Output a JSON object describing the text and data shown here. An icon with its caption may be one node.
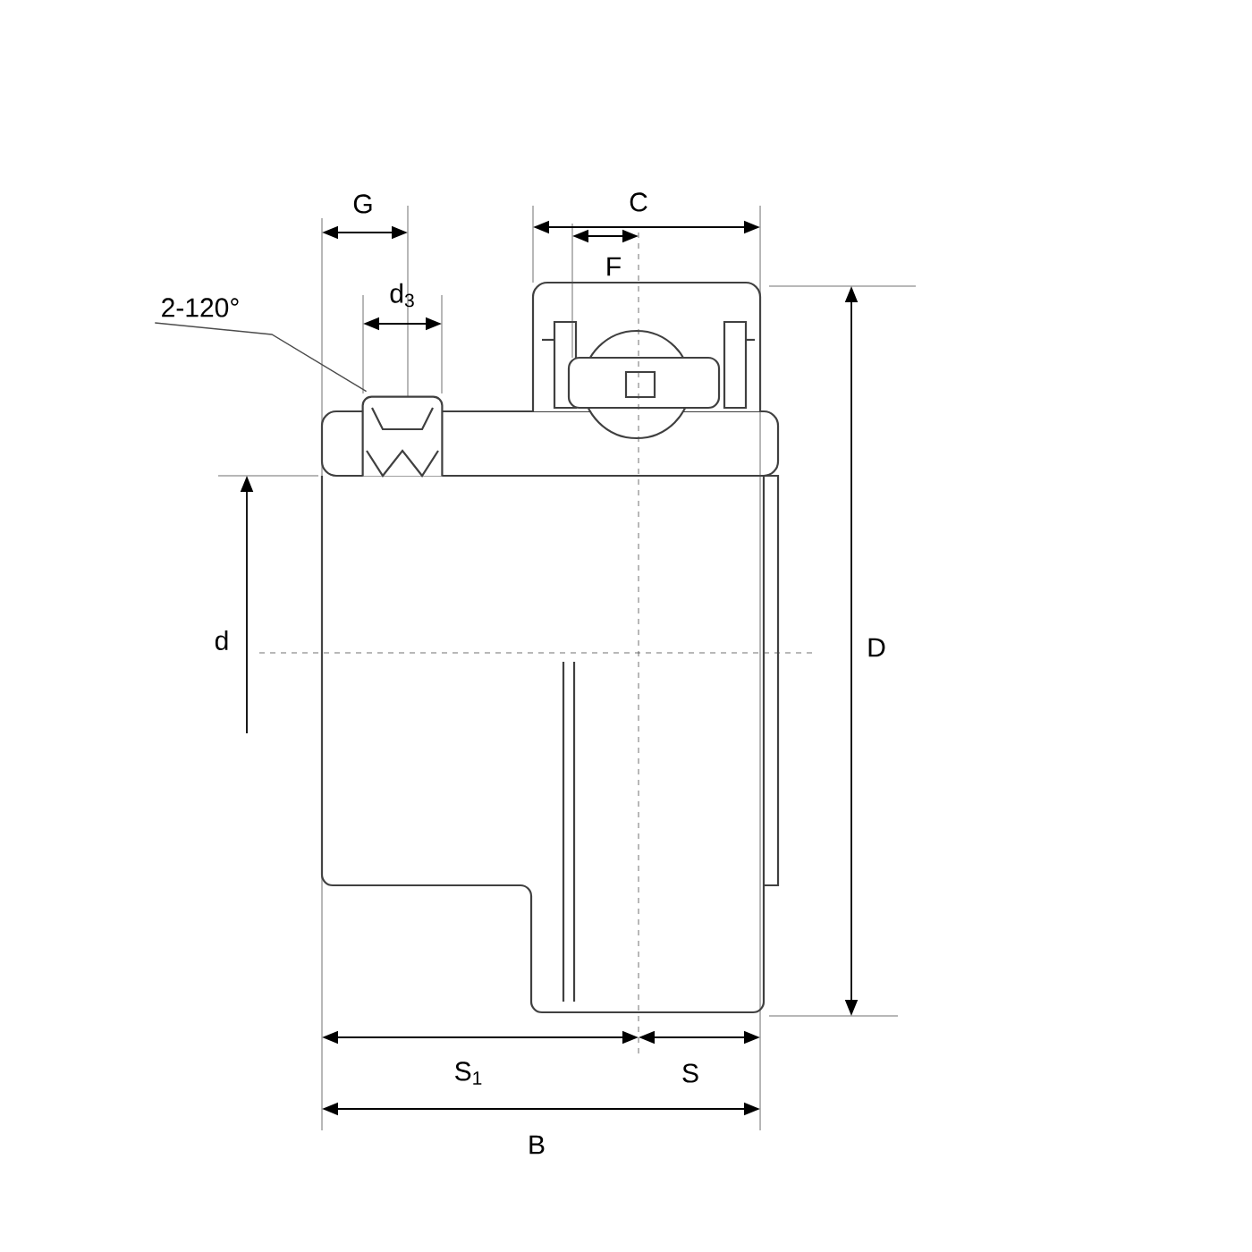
{
  "diagram": {
    "nodes": [
      {
        "text": [
          "2-120°"
        ]
      },
      {
        "text": [],
        "shape": "picture"
      }
    ],
    "edges": [
      {
        "from": 0,
        "to": 1,
        "arrow": "none"
      }
    ],
    "labels": [
      "G",
      "C",
      "F",
      "d$_{3}$",
      "d",
      "D",
      "S$_{1}$",
      "S",
      "B"
    ]
  }
}
